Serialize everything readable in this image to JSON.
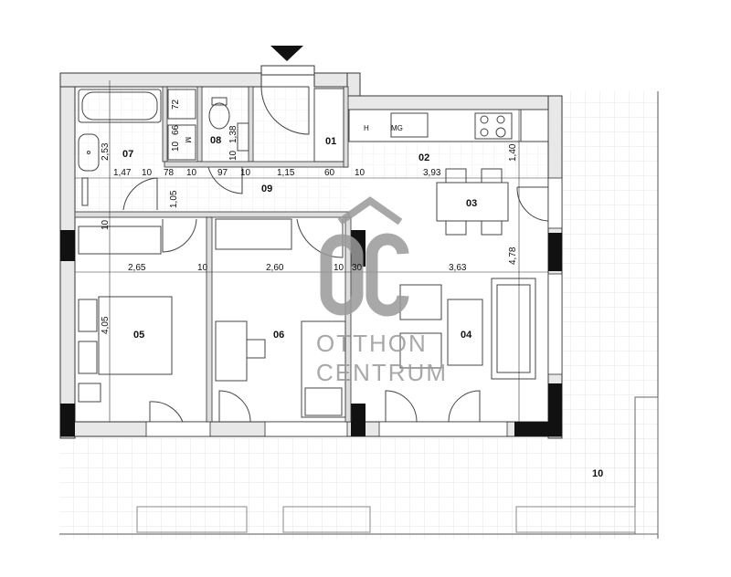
{
  "plan": {
    "rooms": {
      "r01": "01",
      "r02": "02",
      "r03": "03",
      "r04": "04",
      "r05": "05",
      "r06": "06",
      "r07": "07",
      "r08": "08",
      "r09": "09",
      "r10": "10"
    },
    "dimensions": {
      "d72": "72",
      "d66": "66",
      "d10a": "10",
      "d253": "2,53",
      "d138": "1,38",
      "d10b": "10",
      "d147": "1,47",
      "d10c": "10",
      "d78": "78",
      "d10d": "10",
      "d97": "97",
      "d10e": "10",
      "d115": "1,15",
      "d60": "60",
      "d10f": "10",
      "d393": "3,93",
      "d140": "1,40",
      "d105": "1,05",
      "d10g": "10",
      "d265": "2,65",
      "d10h": "10",
      "d260": "2,60",
      "d10i": "10",
      "d30": "30",
      "d363": "3,63",
      "d478": "4,78",
      "d405": "4,05"
    },
    "fixtures": {
      "hood": "H",
      "dishwasher": "MG",
      "washer": "M"
    },
    "watermark": {
      "logo": "OC",
      "line1": "OTTHON",
      "line2": "CENTRUM"
    }
  }
}
